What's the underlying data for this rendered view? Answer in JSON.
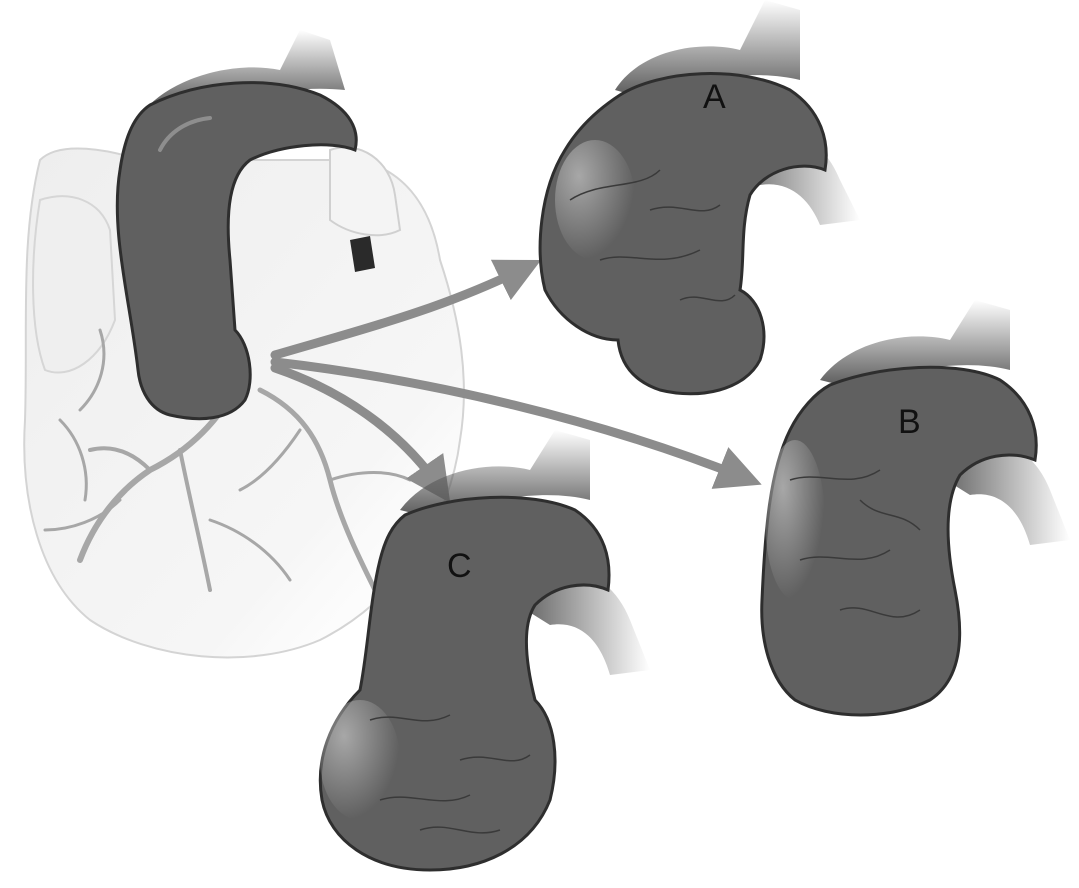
{
  "panels": {
    "a": {
      "label": "A"
    },
    "b": {
      "label": "B"
    },
    "c": {
      "label": "C"
    }
  },
  "colors": {
    "aorta_fill": "#606060",
    "aorta_outline": "#2e2e2e",
    "aorta_highlight": "#9a9a9a",
    "vessel_fade": "#505050",
    "heart_fill": "#f1f1f1",
    "heart_line": "#cfcfcf",
    "coronary": "#a7a7a7",
    "arrow": "#8c8c8c",
    "background": "#ffffff"
  }
}
